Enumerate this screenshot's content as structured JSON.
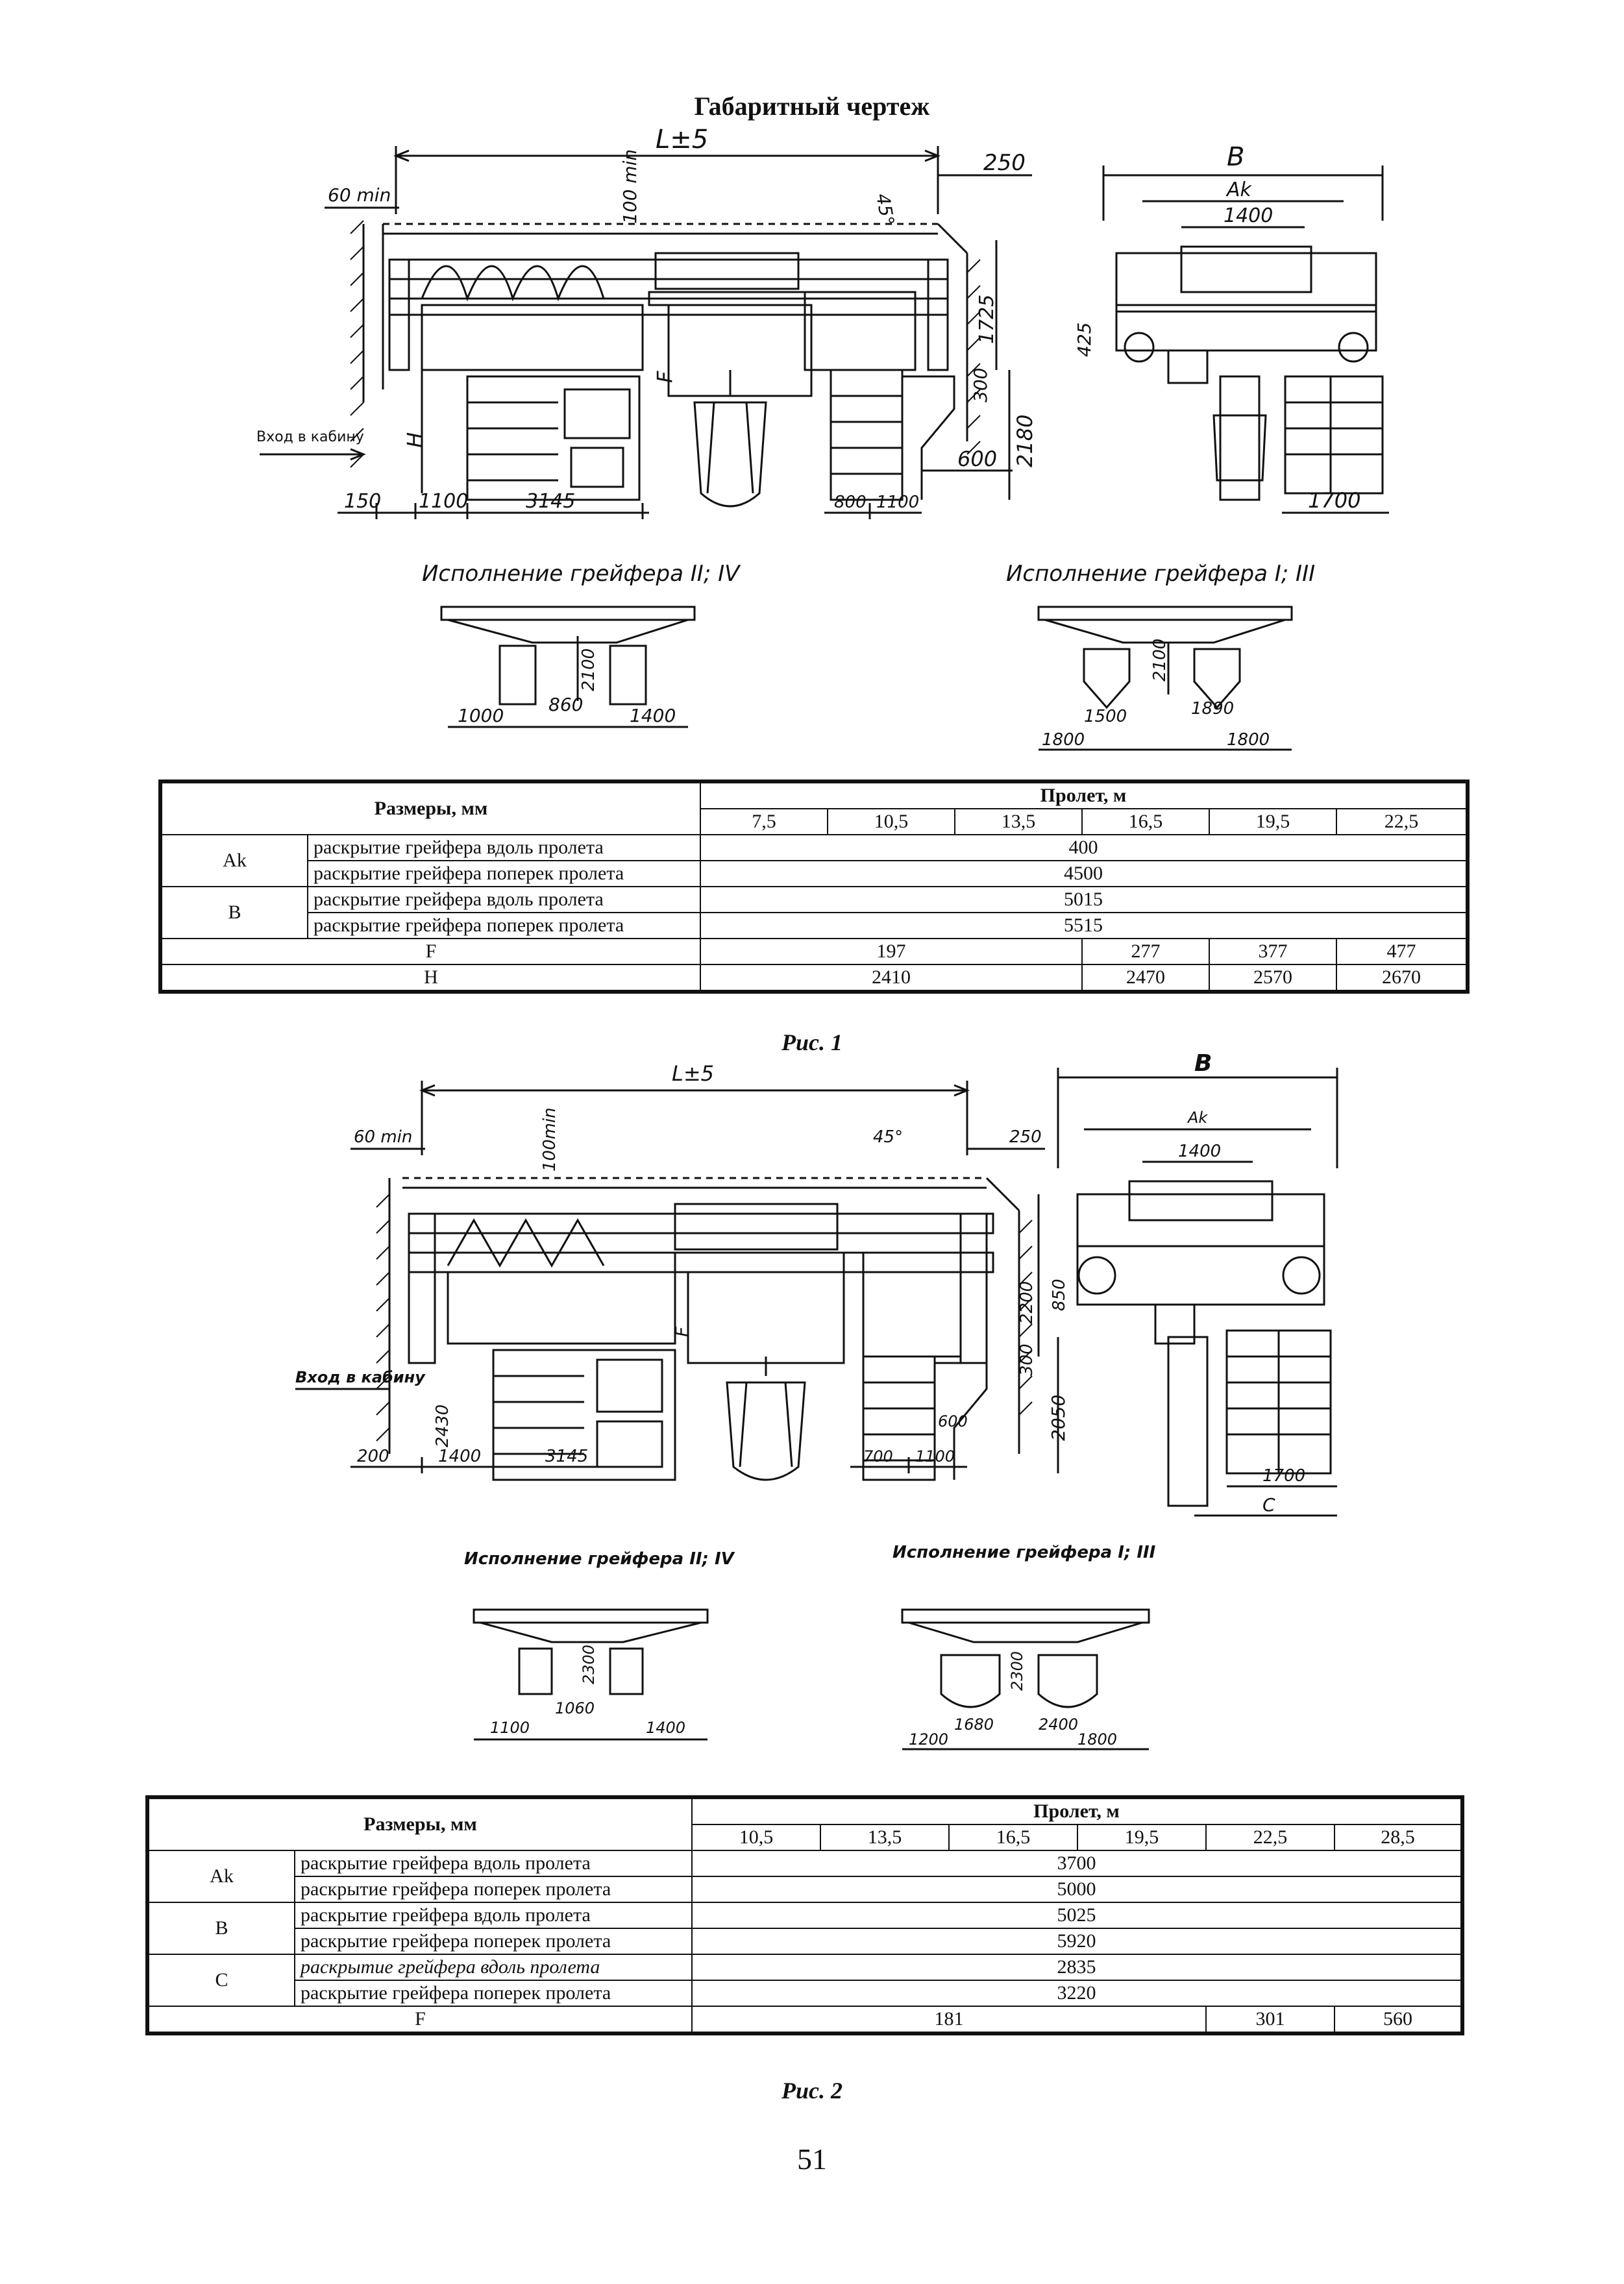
{
  "page_title": "Габаритный чертеж",
  "fig1": {
    "dim_span": "L±5",
    "dim_250": "250",
    "dim_60min": "60 min",
    "dim_100min": "100 min",
    "dim_45": "45°",
    "dim_1725": "1725",
    "dim_425": "425",
    "dim_300": "300",
    "dim_2180": "2180",
    "dim_600": "600",
    "dim_150": "150",
    "dim_1100": "1100",
    "dim_3145": "3145",
    "dim_800": "800",
    "dim_1100b": "1100",
    "dim_B": "B",
    "dim_Ak": "Ak",
    "dim_1400": "1400",
    "dim_1700": "1700",
    "dim_H": "H",
    "dim_F": "F",
    "entry": "Вход в кабину",
    "variant_left": "Исполнение грейфера II; IV",
    "variant_right": "Исполнение грейфера I; III",
    "vl_2100": "2100",
    "vl_1000": "1000",
    "vl_860": "860",
    "vl_1400": "1400",
    "vr_2100": "2100",
    "vr_1500": "1500",
    "vr_1890": "1890",
    "vr_1800a": "1800",
    "vr_1800b": "1800",
    "caption": "Рис. 1"
  },
  "table1": {
    "head_dims": "Размеры, мм",
    "head_span": "Пролет, м",
    "spans": [
      "7,5",
      "10,5",
      "13,5",
      "16,5",
      "19,5",
      "22,5"
    ],
    "rows": [
      {
        "sym": "Ak",
        "desc": "раскрытие грейфера вдоль пролета",
        "value": "400"
      },
      {
        "sym": "",
        "desc": "раскрытие грейфера поперек пролета",
        "value": "4500"
      },
      {
        "sym": "B",
        "desc": "раскрытие грейфера вдоль пролета",
        "value": "5015"
      },
      {
        "sym": "",
        "desc": "раскрытие грейфера поперек пролета",
        "value": "5515"
      }
    ],
    "F": {
      "label": "F",
      "v1": "197",
      "v2": "277",
      "v3": "377",
      "v4": "477"
    },
    "H": {
      "label": "H",
      "v1": "2410",
      "v2": "2470",
      "v3": "2570",
      "v4": "2670"
    }
  },
  "fig2": {
    "dim_span": "L±5",
    "dim_B": "B",
    "dim_Ak": "Ak",
    "dim_1400": "1400",
    "dim_60min": "60 min",
    "dim_100min": "100min",
    "dim_45": "45°",
    "dim_250": "250",
    "dim_2200": "2200",
    "dim_850": "850",
    "dim_300": "300",
    "dim_2050": "2050",
    "dim_600": "600",
    "dim_2430": "2430",
    "dim_200": "200",
    "dim_1400b": "1400",
    "dim_3145": "3145",
    "dim_700": "700",
    "dim_1100": "1100",
    "dim_1700": "1700",
    "dim_C": "C",
    "dim_F": "F",
    "entry": "Вход в кабину",
    "variant_left": "Исполнение грейфера II; IV",
    "variant_right": "Исполнение грейфера I; III",
    "vl_2300": "2300",
    "vl_1060": "1060",
    "vl_1100": "1100",
    "vl_1400": "1400",
    "vr_2300": "2300",
    "vr_1680": "1680",
    "vr_2400": "2400",
    "vr_1200": "1200",
    "vr_1800": "1800",
    "caption": "Рис. 2"
  },
  "table2": {
    "head_dims": "Размеры, мм",
    "head_span": "Пролет, м",
    "spans": [
      "10,5",
      "13,5",
      "16,5",
      "19,5",
      "22,5",
      "28,5"
    ],
    "rows": [
      {
        "sym": "Ak",
        "desc": "раскрытие грейфера вдоль пролета",
        "value": "3700"
      },
      {
        "sym": "",
        "desc": "раскрытие грейфера поперек пролета",
        "value": "5000"
      },
      {
        "sym": "B",
        "desc": "раскрытие грейфера вдоль пролета",
        "value": "5025"
      },
      {
        "sym": "",
        "desc": "раскрытие грейфера поперек пролета",
        "value": "5920"
      },
      {
        "sym": "C",
        "desc": "раскрытие грейфера вдоль пролета",
        "value": "2835"
      },
      {
        "sym": "",
        "desc": "раскрытие грейфера поперек пролета",
        "value": "3220"
      }
    ],
    "F": {
      "label": "F",
      "v1": "181",
      "v2": "301",
      "v3": "560"
    }
  },
  "page_number": "51"
}
